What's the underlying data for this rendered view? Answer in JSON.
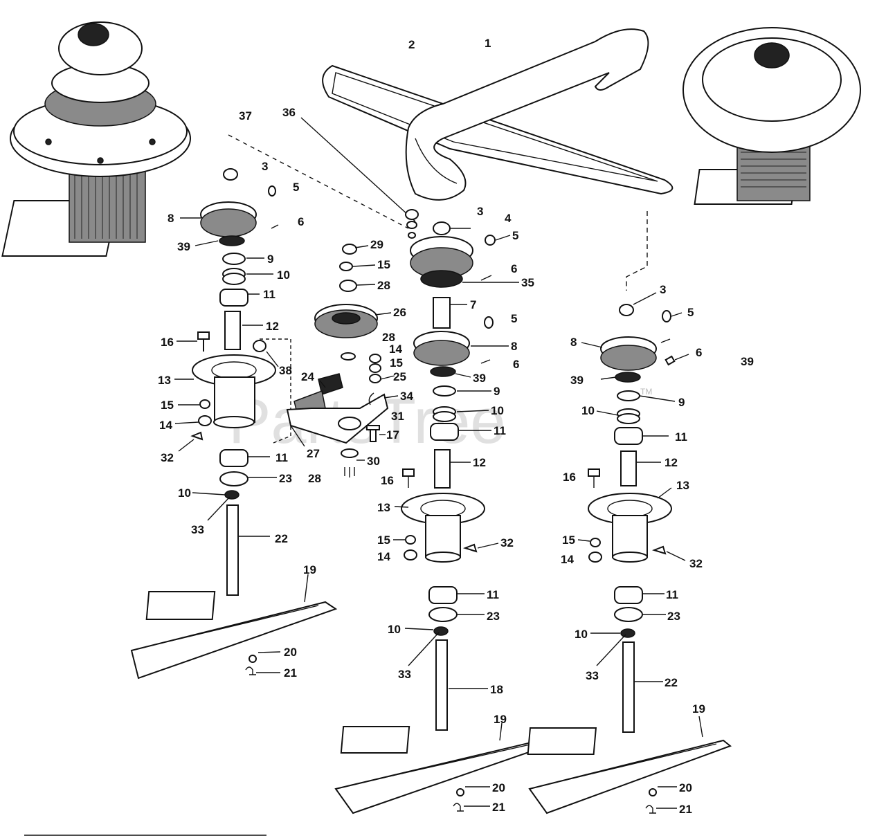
{
  "watermark": "PartsTree",
  "watermark_tm": "TM",
  "labels": {
    "belt_1": "1",
    "belt_2": "2",
    "l37": "37",
    "l36": "36",
    "left": {
      "l3": "3",
      "l5": "5",
      "l8": "8",
      "l6": "6",
      "l39": "39",
      "l9": "9",
      "l10a": "10",
      "l11a": "11",
      "l12": "12",
      "l16": "16",
      "l38": "38",
      "l13": "13",
      "l15": "15",
      "l14": "14",
      "l32": "32",
      "l11b": "11",
      "l23": "23",
      "l10b": "10",
      "l33": "33",
      "l22": "22",
      "l19": "19",
      "l20": "20",
      "l21": "21"
    },
    "idler": {
      "l29": "29",
      "l15a": "15",
      "l28a": "28",
      "l26": "26",
      "l28b": "28",
      "l14": "14",
      "l15b": "15",
      "l25": "25",
      "l24": "24",
      "l34": "34",
      "l31": "31",
      "l17": "17",
      "l27": "27",
      "l30": "30",
      "l28c": "28"
    },
    "center": {
      "l3": "3",
      "l4": "4",
      "l5a": "5",
      "l6a": "6",
      "l35": "35",
      "l7": "7",
      "l5b": "5",
      "l8": "8",
      "l6b": "6",
      "l39": "39",
      "l9": "9",
      "l10a": "10",
      "l11a": "11",
      "l12": "12",
      "l16": "16",
      "l13": "13",
      "l15": "15",
      "l14": "14",
      "l32": "32",
      "l11b": "11",
      "l23": "23",
      "l10b": "10",
      "l33": "33",
      "l18": "18",
      "l19": "19",
      "l20": "20",
      "l21": "21"
    },
    "right": {
      "l3": "3",
      "l5": "5",
      "l8": "8",
      "l6": "6",
      "l39a": "39",
      "l39b": "39",
      "l9": "9",
      "l10a": "10",
      "l11a": "11",
      "l12": "12",
      "l16": "16",
      "l13": "13",
      "l15": "15",
      "l14": "14",
      "l32": "32",
      "l11b": "11",
      "l23": "23",
      "l10b": "10",
      "l33": "33",
      "l22": "22",
      "l19": "19",
      "l20": "20",
      "l21": "21"
    }
  }
}
